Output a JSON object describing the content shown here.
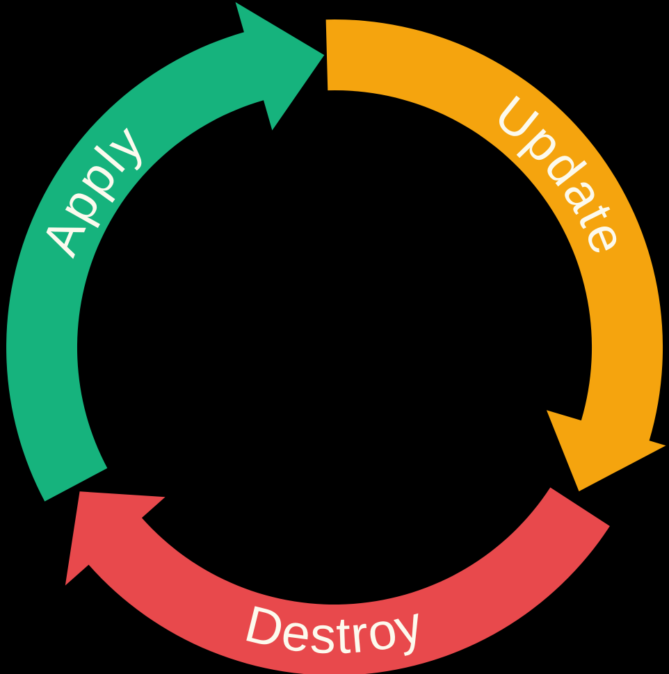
{
  "diagram": {
    "type": "cycle",
    "direction": "clockwise",
    "background_color": "#000000",
    "label_color": "#FCFAEE",
    "segments": [
      {
        "id": "apply",
        "label": "Apply",
        "color": "#16B37D",
        "position": "top-left"
      },
      {
        "id": "update",
        "label": "Update",
        "color": "#F5A40E",
        "position": "right"
      },
      {
        "id": "destroy",
        "label": "Destroy",
        "color": "#E8494C",
        "position": "bottom"
      }
    ]
  }
}
